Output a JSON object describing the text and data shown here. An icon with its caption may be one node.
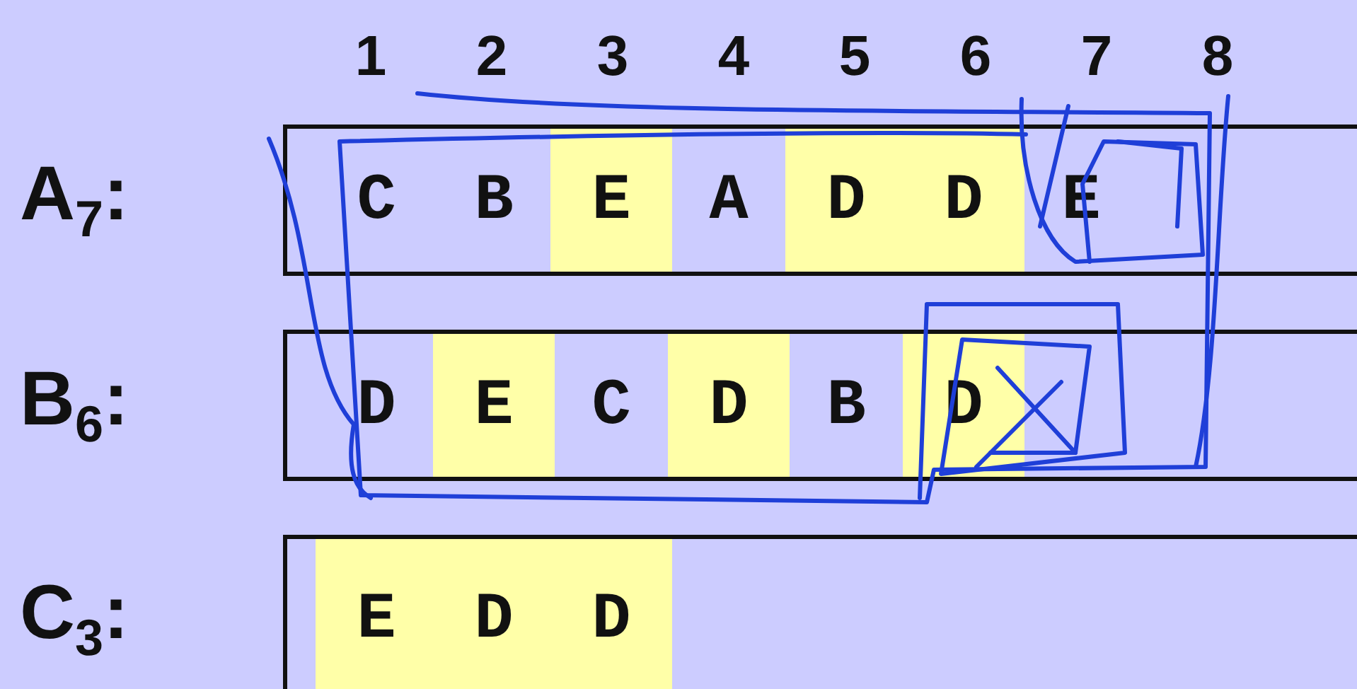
{
  "diagram": {
    "nodes": [
      {
        "text": [],
        "shape": "bar",
        "beside": [
          "A$_{7}$:"
        ]
      },
      {
        "text": [
          "C"
        ],
        "in": 0
      },
      {
        "text": [
          "B"
        ],
        "in": 0
      },
      {
        "text": [
          "E"
        ],
        "in": 0
      },
      {
        "text": [
          "A"
        ],
        "in": 0
      },
      {
        "text": [
          "D"
        ],
        "in": 0
      },
      {
        "text": [
          "D"
        ],
        "in": 0
      },
      {
        "text": [
          "E"
        ],
        "in": 0
      },
      {
        "text": [],
        "shape": "bar",
        "beside": [
          "B$_{6}$:"
        ]
      },
      {
        "text": [
          "D"
        ],
        "in": 8
      },
      {
        "text": [
          "E"
        ],
        "in": 8
      },
      {
        "text": [
          "C"
        ],
        "in": 8
      },
      {
        "text": [
          "D"
        ],
        "in": 8
      },
      {
        "text": [
          "B"
        ],
        "in": 8
      },
      {
        "text": [
          "D"
        ],
        "in": 8
      },
      {
        "text": [],
        "shape": "bar",
        "beside": [
          "C$_{3}$:"
        ]
      },
      {
        "text": [
          "E"
        ],
        "in": 15
      },
      {
        "text": [
          "D"
        ],
        "in": 15
      },
      {
        "text": [
          "D"
        ],
        "in": 15
      }
    ],
    "labels": [
      "1",
      "2",
      "3",
      "4",
      "5",
      "6",
      "7",
      "8"
    ]
  }
}
